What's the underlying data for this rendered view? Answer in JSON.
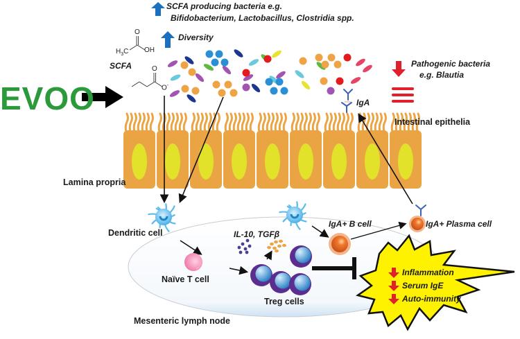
{
  "figure": {
    "input_label": "EVOO",
    "top_annotations": {
      "scfa_bacteria_line1": "SCFA producing bacteria e.g.",
      "scfa_bacteria_line2": "Bifidobacterium, Lactobacillus, Clostridia spp.",
      "diversity": "Diversity",
      "scfa": "SCFA",
      "pathogenic_line1": "Pathogenic bacteria",
      "pathogenic_line2": "e.g. Blautia"
    },
    "chemistry": {
      "acetic_h3c": "H",
      "acetic_sub3": "3",
      "acetic_c": "C",
      "acetic_oh": "OH",
      "acetic_o": "O",
      "butyrate_o": "O",
      "butyrate_o_minus": "O",
      "charge": "-"
    },
    "regions": {
      "intestinal_epithelia": "Intestinal epithelia",
      "lamina_propria": "Lamina propria",
      "mesenteric_lymph_node": "Mesenteric lymph node"
    },
    "cells": {
      "dendritic_cell": "Dendritic cell",
      "naive_t_cell": "Naïve T cell",
      "treg_cells": "Treg cells",
      "iga_b_cell": "IgA+ B cell",
      "iga_plasma_cell": "IgA+ Plasma cell",
      "iga": "IgA",
      "cytokines": "IL-10, TGFβ"
    },
    "outcomes": [
      {
        "label": "Inflammation",
        "direction": "decrease"
      },
      {
        "label": "Serum IgE",
        "direction": "decrease"
      },
      {
        "label": "Auto-immunity",
        "direction": "decrease"
      }
    ],
    "indicators": {
      "scfa_bacteria": "increase",
      "diversity": "increase",
      "pathogenic_bacteria": "decrease"
    },
    "colors": {
      "evoo_green": "#2a9a3a",
      "increase_blue": "#1a6fbf",
      "decrease_red": "#e0202a",
      "epithelium_orange": "#eba443",
      "nucleus_yellow": "#e2e22a",
      "burst_yellow": "#fff200",
      "treg_purple": "#5b2d8e",
      "iga_blue": "#3a63b8"
    }
  }
}
